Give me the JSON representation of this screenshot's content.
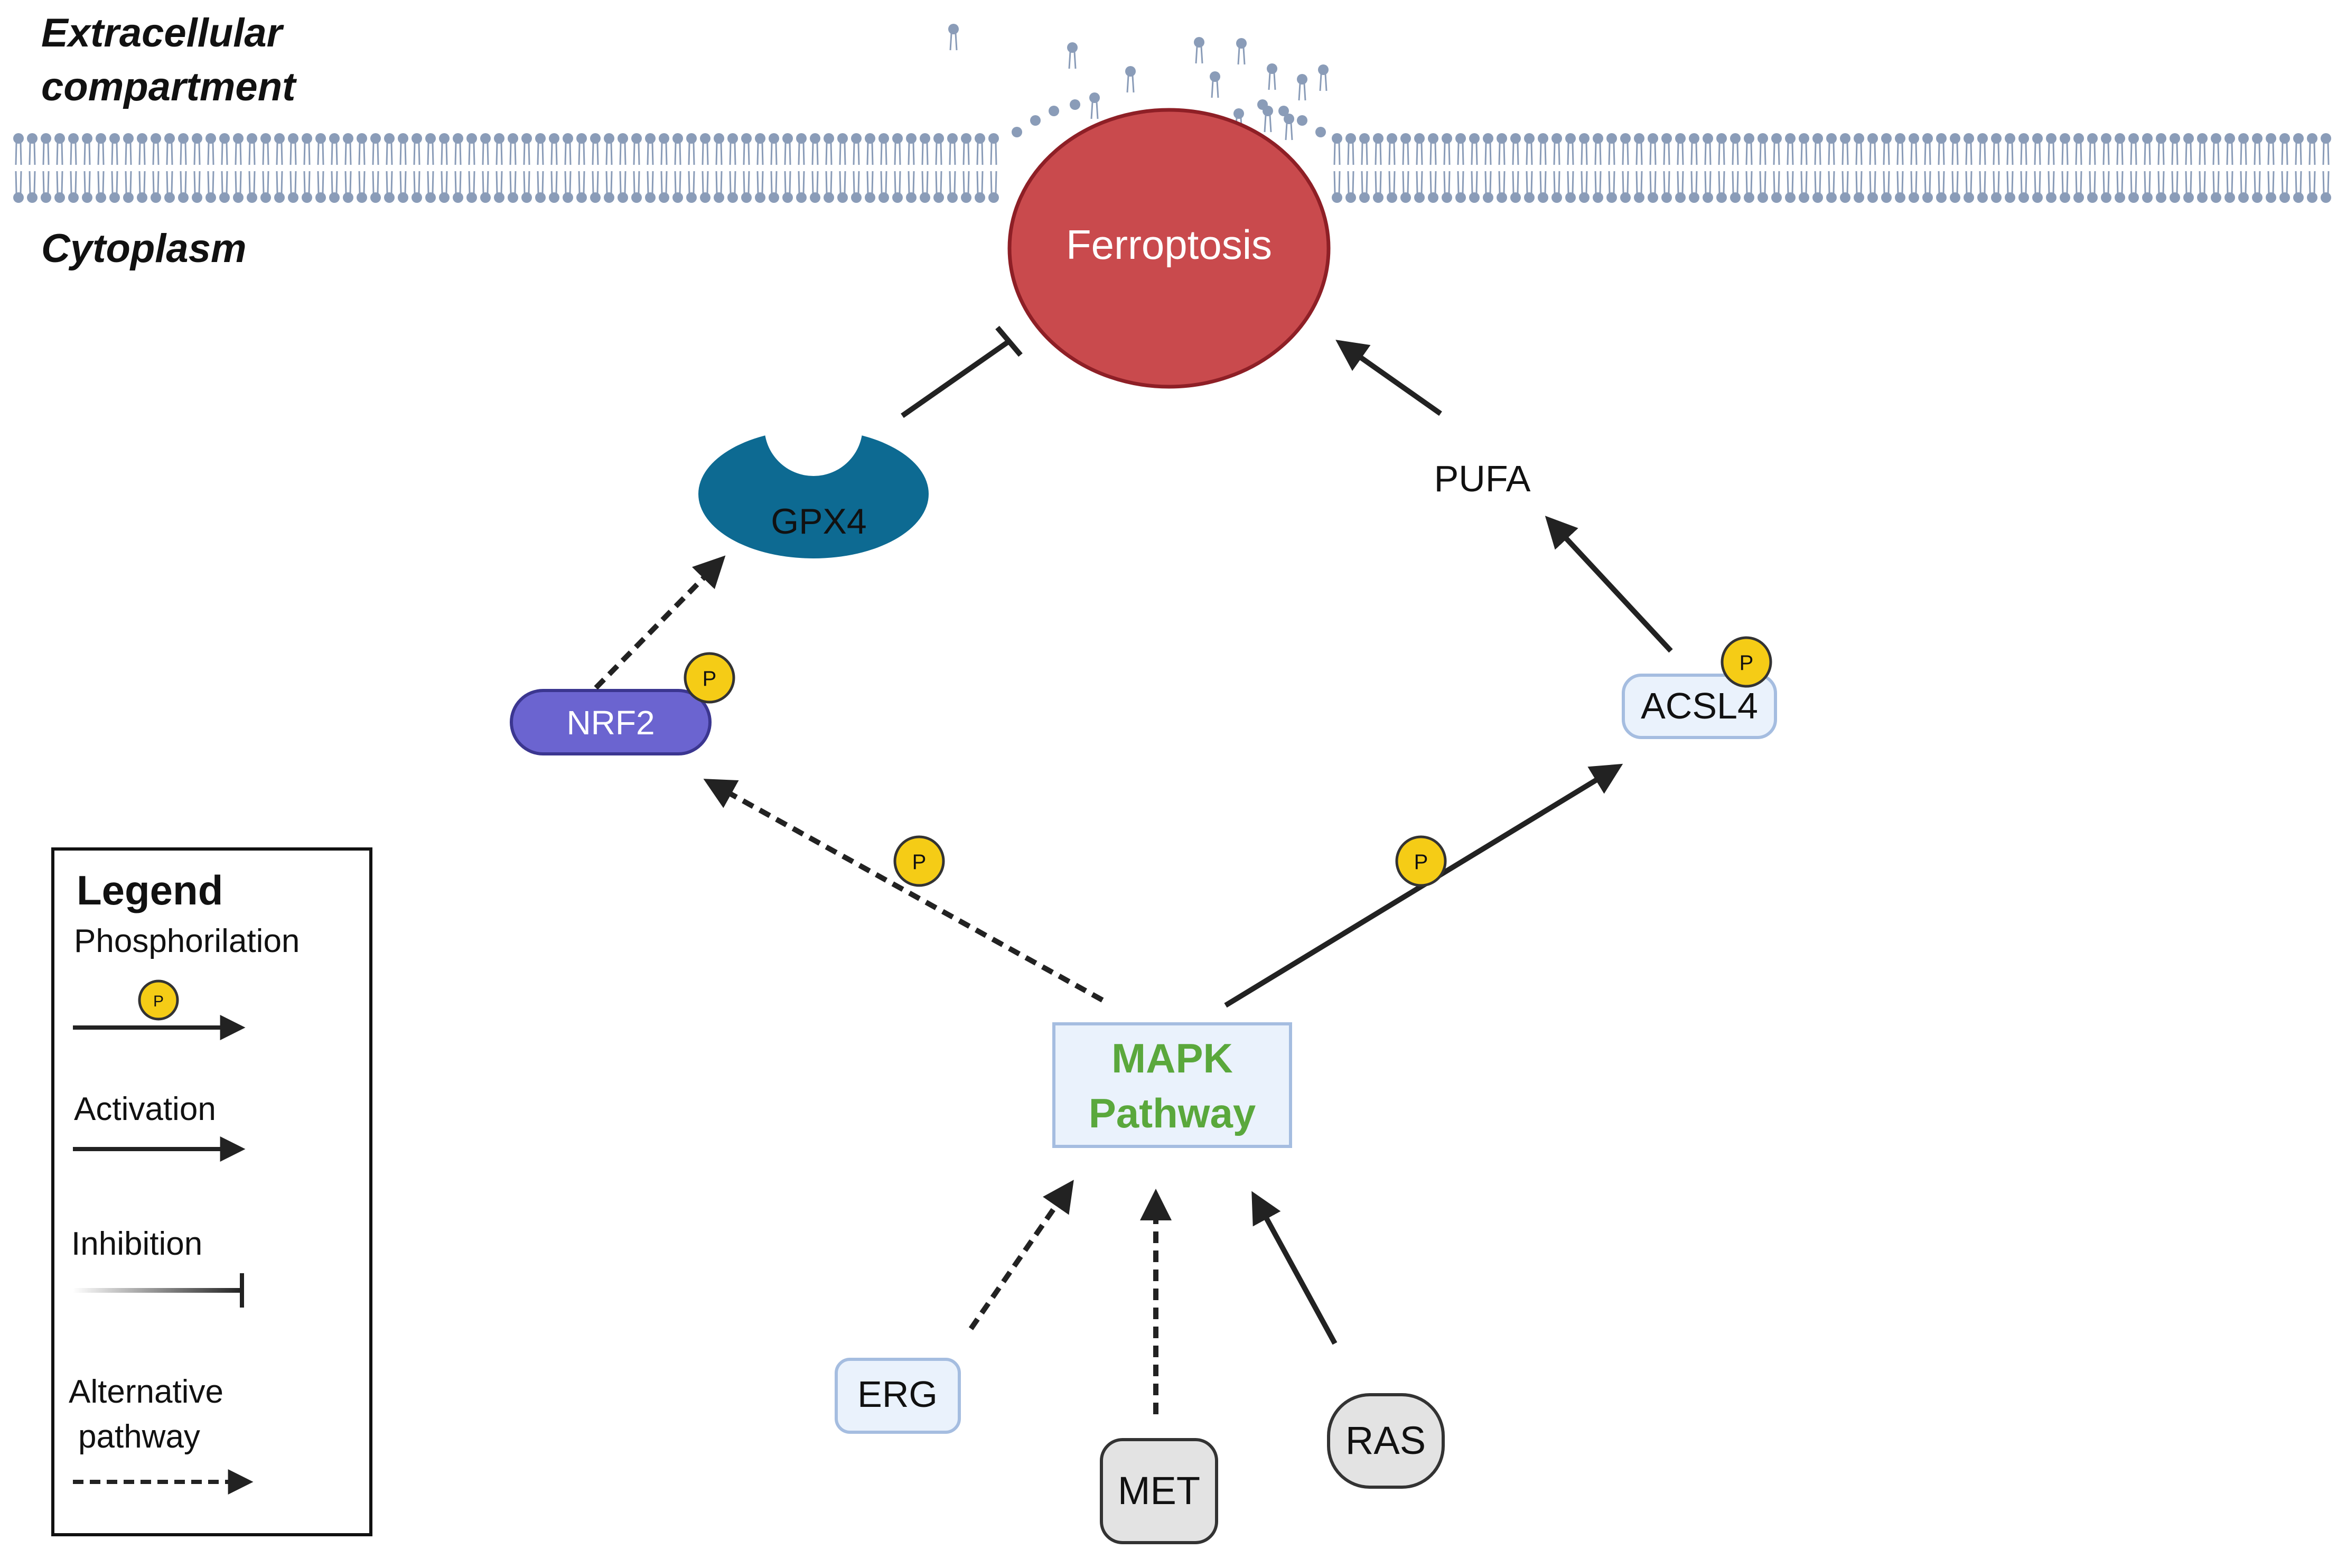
{
  "compartments": {
    "extracellular_line1": "Extracellular",
    "extracellular_line2": "compartment",
    "cytoplasm": "Cytoplasm"
  },
  "nodes": {
    "ferroptosis": "Ferroptosis",
    "gpx4": "GPX4",
    "pufa": "PUFA",
    "nrf2": "NRF2",
    "acsl4": "ACSL4",
    "mapk_line1": "MAPK",
    "mapk_line2": "Pathway",
    "erg": "ERG",
    "met": "MET",
    "ras": "RAS"
  },
  "phospho_badge": "P",
  "legend": {
    "title": "Legend",
    "phosphorylation": "Phosphorilation",
    "activation": "Activation",
    "inhibition": "Inhibition",
    "alternative_line1": "Alternative",
    "alternative_line2": "pathway"
  },
  "colors": {
    "ferroptosis_fill": "#c94a4d",
    "ferroptosis_stroke": "#8e1f26",
    "gpx4_fill": "#0d6a92",
    "nrf2_fill": "#6b64d0",
    "light_box_fill": "#eaf2fc",
    "light_box_stroke": "#a5bde0",
    "mapk_text": "#5aa83c",
    "grey_box_fill": "#e3e3e3",
    "phospho_fill": "#f5cc16",
    "membrane": "#8a9cb8",
    "arrow": "#222222"
  }
}
